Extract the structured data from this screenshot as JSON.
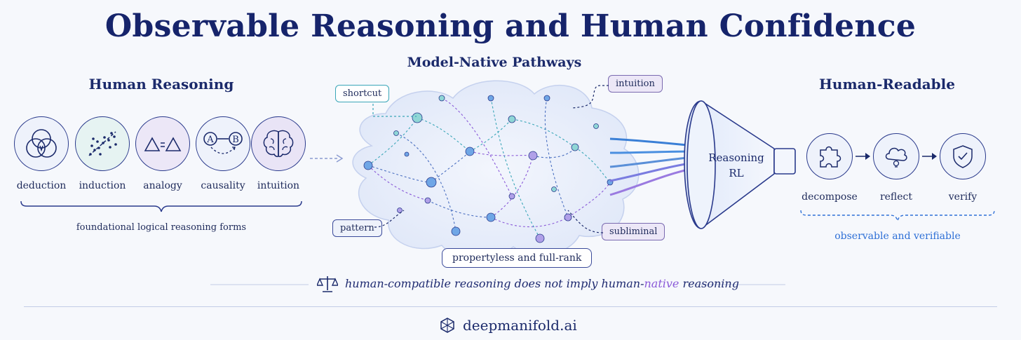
{
  "title": "Observable Reasoning and Human Confidence",
  "human_reasoning": {
    "title": "Human Reasoning",
    "items": [
      {
        "label": "deduction",
        "icon": "venn-icon"
      },
      {
        "label": "induction",
        "icon": "scatter-trend-icon"
      },
      {
        "label": "analogy",
        "icon": "triangle-equals-icon"
      },
      {
        "label": "causality",
        "icon": "a-to-b-icon"
      },
      {
        "label": "intuition",
        "icon": "brain-icon"
      }
    ],
    "note": "foundational logical reasoning forms"
  },
  "model_native": {
    "title": "Model-Native Pathways",
    "tags": {
      "shortcut": "shortcut",
      "intuition": "intuition",
      "pattern": "pattern",
      "subliminal": "subliminal",
      "bottom": "propertyless and full-rank"
    }
  },
  "funnel": {
    "line1": "Reasoning",
    "line2": "RL"
  },
  "human_readable": {
    "title": "Human-Readable",
    "steps": [
      {
        "label": "decompose",
        "icon": "puzzle-icon"
      },
      {
        "label": "reflect",
        "icon": "cloud-bulb-icon"
      },
      {
        "label": "verify",
        "icon": "shield-check-icon"
      }
    ],
    "note": "observable and verifiable"
  },
  "tagline": {
    "part1": "human-compatible reasoning does not imply human-",
    "accent": "native",
    "part2": " reasoning"
  },
  "footer": {
    "text": "deepmanifold.ai"
  },
  "colors": {
    "navy": "#16246b",
    "teal": "#3aa6b8",
    "purple": "#8a5ad8",
    "blue_accent": "#2d6fd6"
  }
}
